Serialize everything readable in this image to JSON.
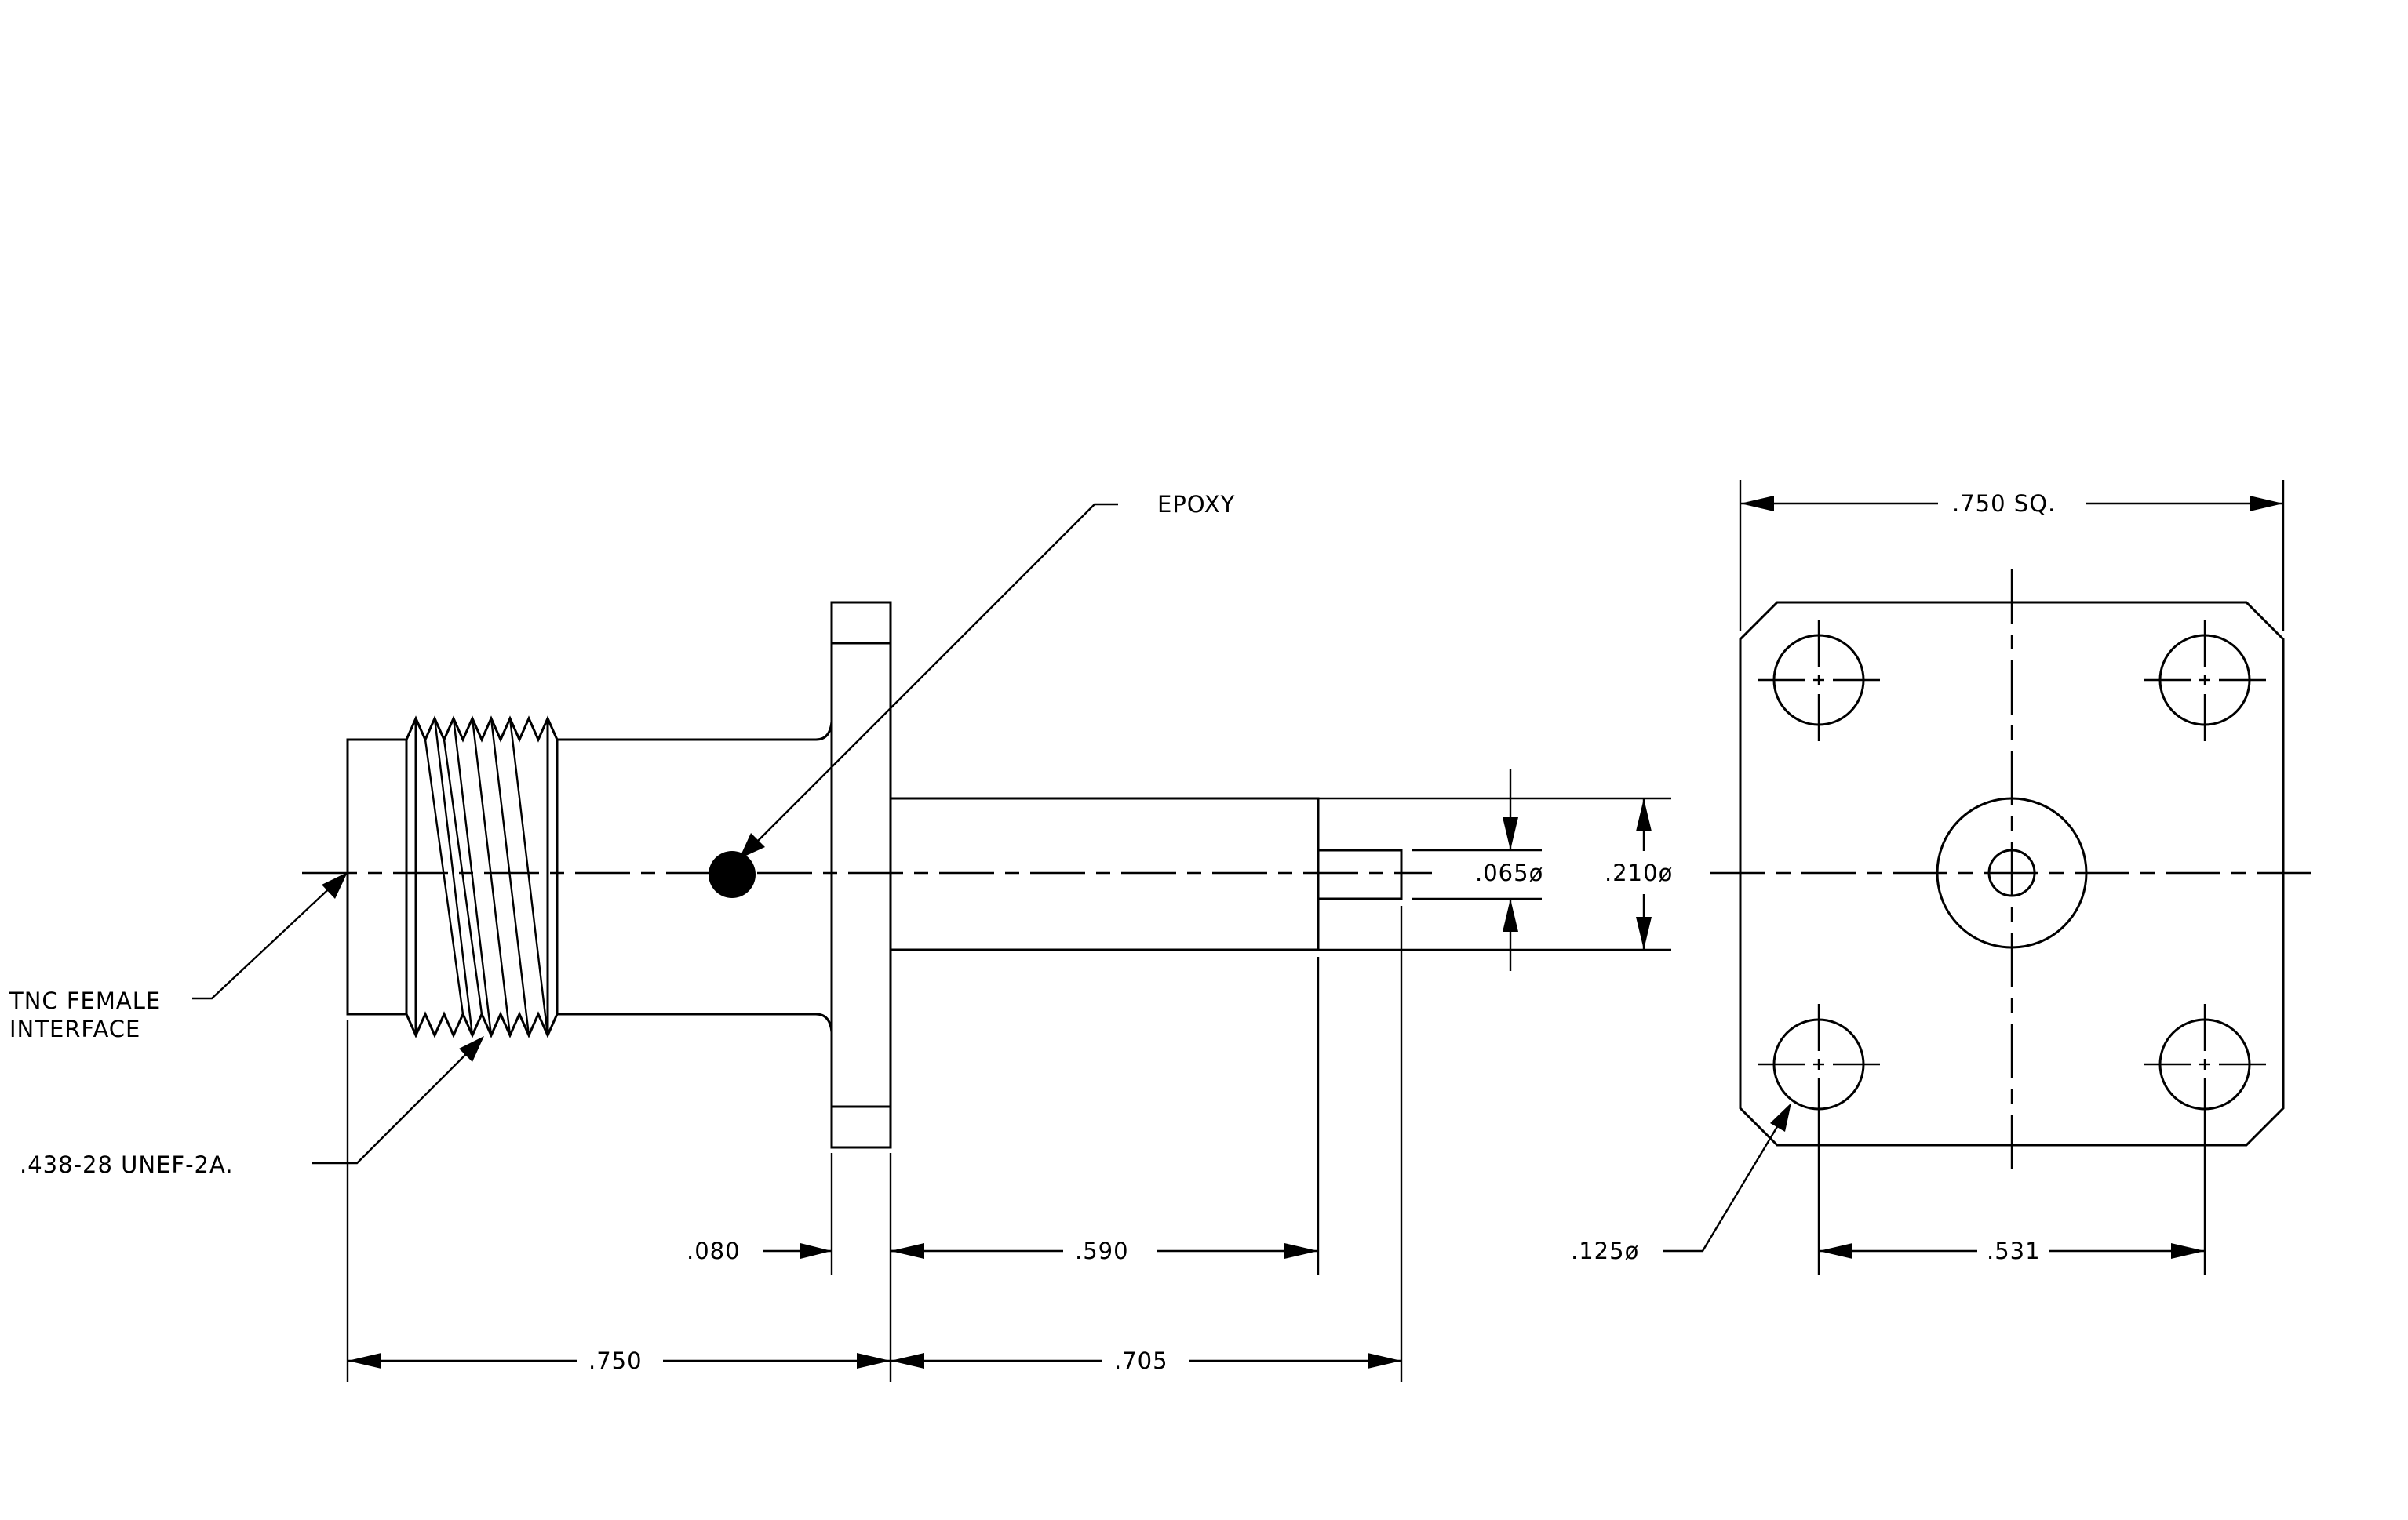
{
  "labels": {
    "epoxy": "EPOXY",
    "interface_line1": "TNC FEMALE",
    "interface_line2": "INTERFACE",
    "thread": ".438-28 UNEF-2A.",
    "dim_flange_thickness": ".080",
    "dim_body_length": ".590",
    "dim_front_length": ".750",
    "dim_rear_length": ".705",
    "dim_pin_dia": ".065ø",
    "dim_body_dia": ".210ø",
    "dim_flange_square": ".750 SQ.",
    "dim_hole_dia": ".125ø",
    "dim_hole_spacing": ".531"
  }
}
